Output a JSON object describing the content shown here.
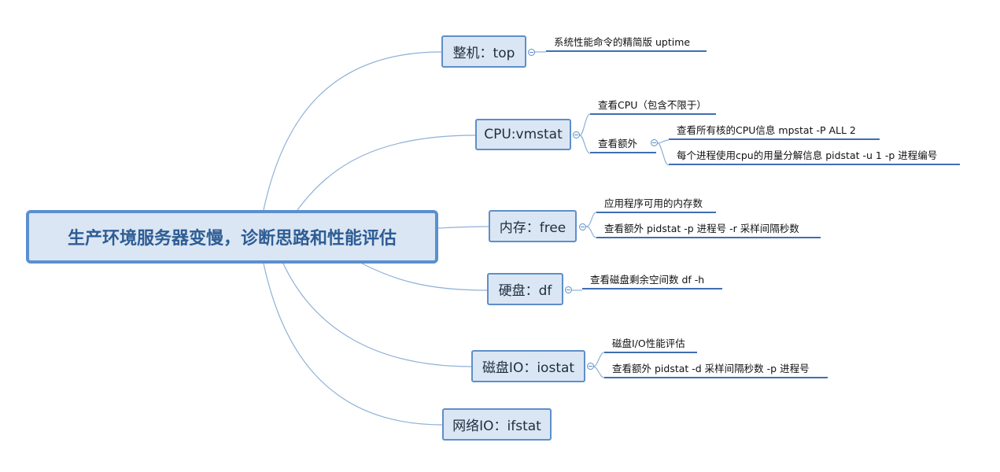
{
  "root": {
    "label": "生产环境服务器变慢，诊断思路和性能评估"
  },
  "branches": [
    {
      "label": "整机：top",
      "children": [
        {
          "label": "系统性能命令的精简版  uptime"
        }
      ]
    },
    {
      "label": "CPU:vmstat",
      "children": [
        {
          "label": "查看CPU（包含不限于）"
        },
        {
          "label": "查看额外",
          "children": [
            {
              "label": "查看所有核的CPU信息  mpstat -P ALL 2"
            },
            {
              "label": "每个进程使用cpu的用量分解信息  pidstat -u 1 -p  进程编号"
            }
          ]
        }
      ]
    },
    {
      "label": "内存：free",
      "children": [
        {
          "label": "应用程序可用的内存数"
        },
        {
          "label": "查看额外   pidstat -p 进程号 -r 采样间隔秒数"
        }
      ]
    },
    {
      "label": "硬盘：df",
      "children": [
        {
          "label": "查看磁盘剩余空间数  df -h"
        }
      ]
    },
    {
      "label": "磁盘IO：iostat",
      "children": [
        {
          "label": "磁盘I/O性能评估"
        },
        {
          "label": "查看额外  pidstat -d 采样间隔秒数 -p 进程号"
        }
      ]
    },
    {
      "label": "网络IO：ifstat"
    }
  ],
  "colors": {
    "root_border": "#5b8fd0",
    "branch_fill": "#dbe6f4",
    "line": "#8fb0d8",
    "underline": "#3f6fb2"
  }
}
